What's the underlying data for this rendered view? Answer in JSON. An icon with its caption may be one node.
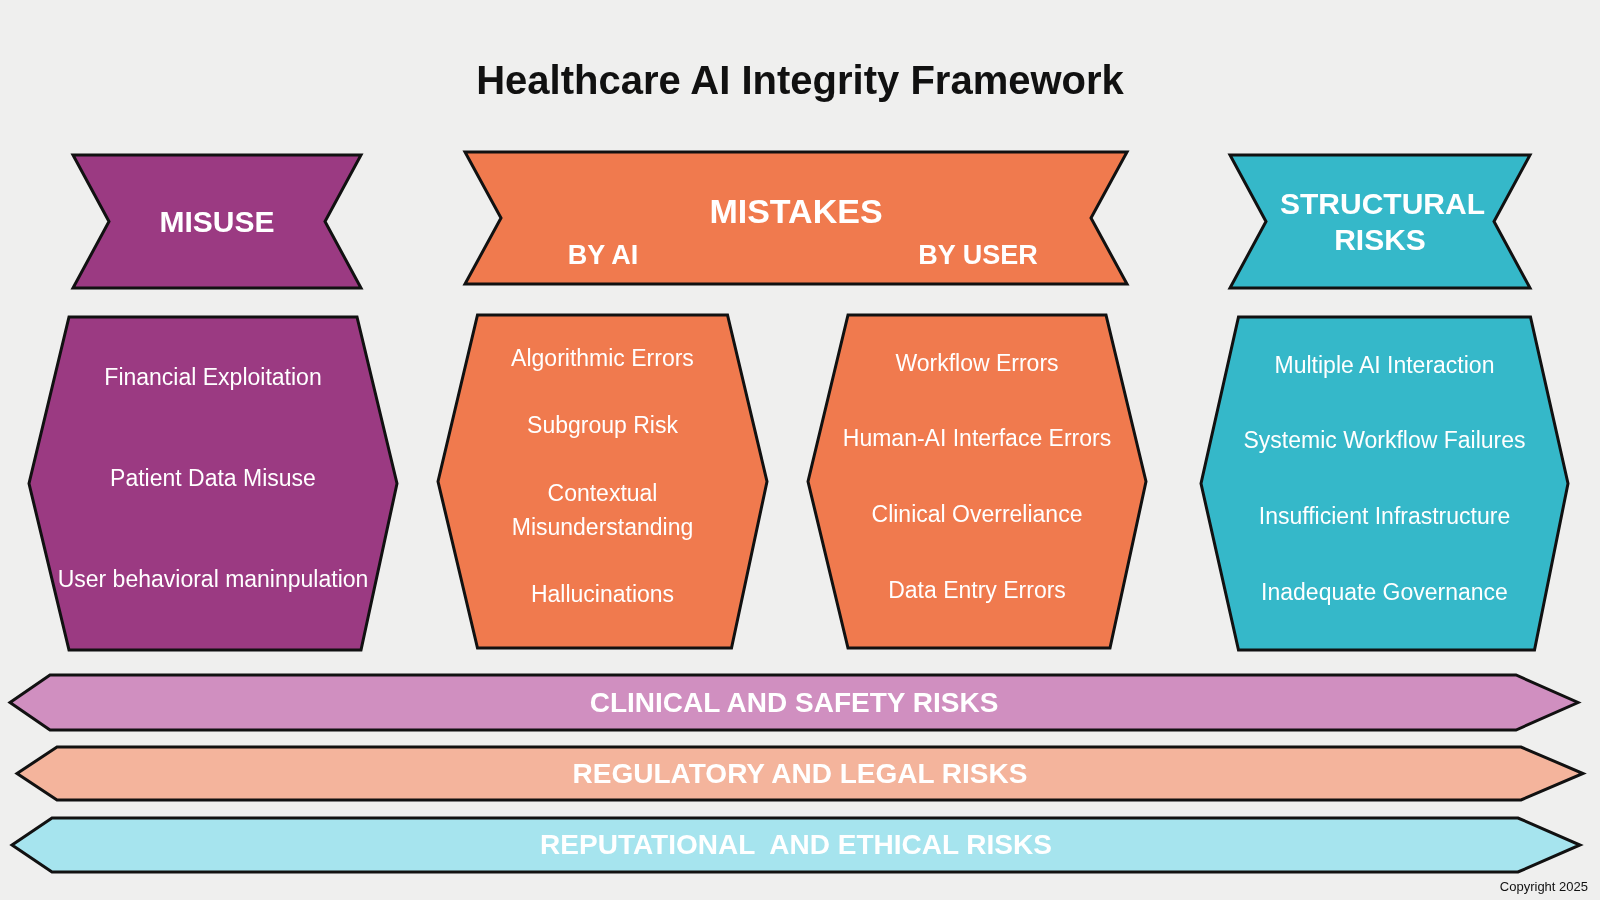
{
  "diagram": {
    "title": "Healthcare AI Integrity Framework",
    "nodes": [
      {
        "text": [
          "MISUSE"
        ]
      },
      {
        "text": [
          "MISTAKES",
          "BY AI",
          "BY USER"
        ]
      },
      {
        "text": [
          "STRUCTURAL RISKS"
        ]
      },
      {
        "text": [
          "Financial Exploitation",
          "Patient Data Misuse",
          "User behavioral maninpulation"
        ]
      },
      {
        "text": [
          "Algorithmic Errors",
          "Subgroup Risk",
          "Contextual Misunderstanding",
          "Hallucinations"
        ]
      },
      {
        "text": [
          "Workflow Errors",
          "Human-AI Interface Errors",
          "Clinical Overreliance",
          "Data Entry Errors"
        ]
      },
      {
        "text": [
          "Multiple AI Interaction",
          "Systemic Workflow Failures",
          "Insufficient Infrastructure",
          "Inadequate Governance"
        ]
      },
      {
        "text": [
          "CLINICAL AND SAFETY RISKS"
        ]
      },
      {
        "text": [
          "REGULATORY AND LEGAL RISKS"
        ]
      },
      {
        "text": [
          "REPUTATIONAL  AND ETHICAL RISKS"
        ]
      }
    ],
    "labels": [
      "Copyright 2025"
    ]
  }
}
